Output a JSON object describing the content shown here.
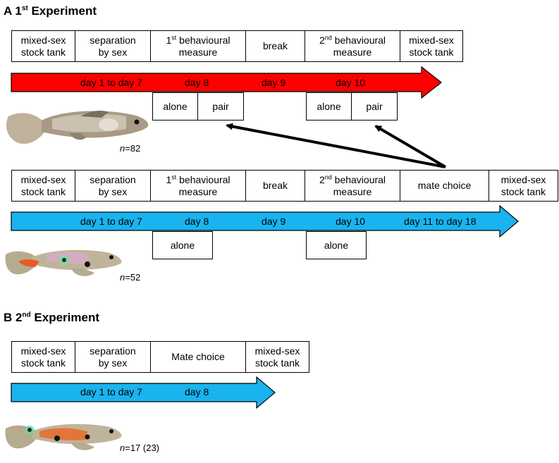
{
  "headings": {
    "a": {
      "prefix": "A 1",
      "sup": "st",
      "suffix": " Experiment"
    },
    "b": {
      "prefix": "B 2",
      "sup": "nd",
      "suffix": " Experiment"
    }
  },
  "exp1_red": {
    "stages": [
      "mixed-sex\nstock tank",
      "separation\nby sex",
      "behavioural\nmeasure",
      "break",
      "behavioural\nmeasure",
      "mixed-sex\nstock tank"
    ],
    "stage_sup_prefix": {
      "2": "1",
      "4": "2"
    },
    "stage_sup": {
      "2": "st",
      "4": "nd"
    },
    "days": [
      "day 1 to day 7",
      "day 8",
      "day 9",
      "day 10"
    ],
    "sub_first": [
      "alone",
      "pair"
    ],
    "sub_second": [
      "alone",
      "pair"
    ],
    "n_label": "n",
    "n_value": "=82",
    "arrow_color": "#ff0000"
  },
  "exp1_blue": {
    "stages": [
      "mixed-sex\nstock tank",
      "separation\nby sex",
      "behavioural\nmeasure",
      "break",
      "behavioural\nmeasure",
      "mate choice",
      "mixed-sex\nstock tank"
    ],
    "days": [
      "day 1 to day 7",
      "day 8",
      "day 9",
      "day 10",
      "day 11 to day 18"
    ],
    "sub_first": [
      "alone"
    ],
    "sub_second": [
      "alone"
    ],
    "n_label": "n",
    "n_value": "=52",
    "arrow_color": "#19b4ef"
  },
  "exp2": {
    "stages": [
      "mixed-sex\nstock tank",
      "separation\nby sex",
      "Mate choice",
      "mixed-sex\nstock tank"
    ],
    "days": [
      "day 1 to day 7",
      "day 8"
    ],
    "n_label": "n",
    "n_value": "=17 (23)",
    "arrow_color": "#19b4ef"
  }
}
